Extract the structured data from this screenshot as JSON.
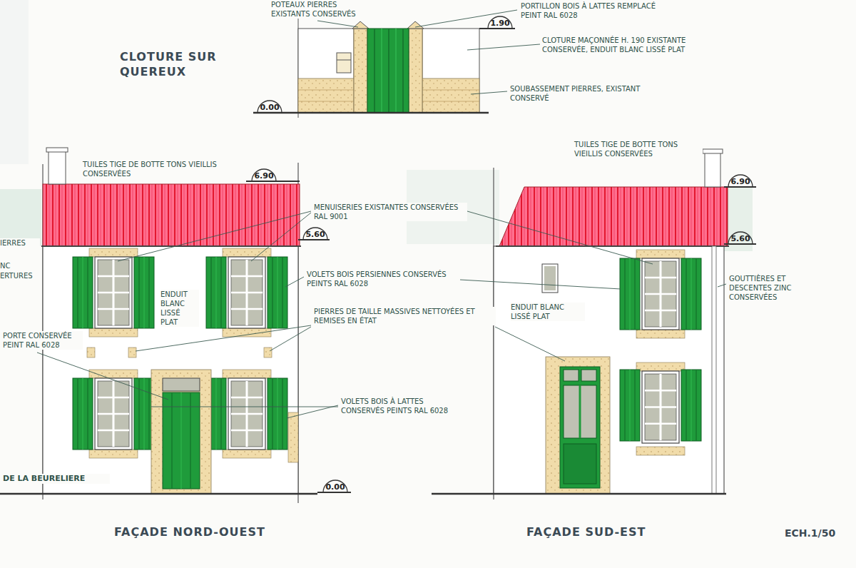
{
  "diagram": {
    "labels": [
      "CLOTURE SUR QUEREUX",
      "POTEAUX PIERRES EXISTANTS CONSERVÉS",
      "PORTILLON BOIS À LATTES REMPLACÉ PEINT RAL 6028",
      "1.90",
      "CLOTURE MAÇONNÉE H. 190 EXISTANTE CONSERVÉE, ENDUIT BLANC LISSÉ PLAT",
      "SOUBASSEMENT PIERRES, EXISTANT CONSERVÉ",
      "0.00",
      "TUILES TIGE DE BOTTE TONS VIEILLIS CONSERVÉES",
      "6.90",
      "5.60",
      "MENUISERIES EXISTANTES CONSERVÉES RAL 9001",
      "VOLETS BOIS PERSIENNES CONSERVÉS PEINTS RAL 6028",
      "ENDUIT BLANC LISSÉ PLAT",
      "PIERRES DE TAILLE MASSIVES NETTOYÉES ET REMISES EN ÉTAT",
      "PORTE CONSERVÉE PEINT RAL 6028",
      "VOLETS BOIS À LATTES CONSERVÉS PEINTS RAL 6028",
      "DE LA BEURELIERE",
      "0.00",
      "FAÇADE NORD-OUEST",
      "TUILES TIGE DE BOTTE TONS VIEILLIS CONSERVÉES",
      "6.90",
      "5.60",
      "ENDUIT BLANC LISSÉ PLAT",
      "GOUTTIÈRES ET DESCENTES ZINC CONSERVÉES",
      "FAÇADE SUD-EST",
      "ECH.1/50",
      "IERRES",
      "NC",
      "ERTURES"
    ]
  }
}
